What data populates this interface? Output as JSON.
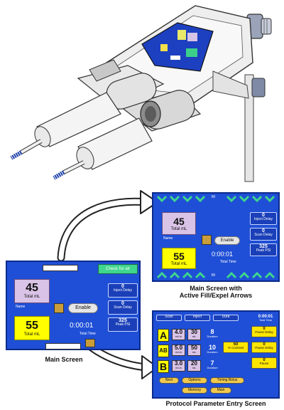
{
  "captions": {
    "main_screen": "Main Screen",
    "active_line1": "Main Screen with",
    "active_line2": "Active Fill/Expel Arrows",
    "protocol": "Protocol Parameter Entry Screen"
  },
  "main_screen": {
    "check_label": "Check for air",
    "volume_value": "45",
    "volume_unit": "Total mL",
    "mode_label": "Name",
    "enable_label": "Enable",
    "total_value": "55",
    "total_unit": "Total mL",
    "time_value": "0:00:01",
    "time_label": "Total Time",
    "inject_delay_value": "0",
    "inject_delay_label": "Inject Delay",
    "scan_delay_value": "0",
    "scan_delay_label": "Scan Delay",
    "psi_value": "325",
    "psi_label": "Peak PSI"
  },
  "active_screen": {
    "top_label": "fill",
    "bottom_label": "fill",
    "volume_value": "45",
    "volume_unit": "Total mL",
    "mode_label": "Name",
    "enable_label": "Enable",
    "total_value": "55",
    "total_unit": "Total mL",
    "time_value": "0:00:01",
    "time_label": "Total Time",
    "inject_delay_value": "0",
    "inject_delay_label": "Inject Delay",
    "scan_delay_value": "0",
    "scan_delay_label": "Scan Delay",
    "psi_value": "325",
    "psi_label": "Peak PSI"
  },
  "protocol_screen": {
    "header_time": "0:00:01",
    "header_label": "Total Time",
    "top_buttons": [
      "Scan",
      "Inject",
      "Dura"
    ],
    "phases": [
      {
        "letter": "A",
        "rate": "4.0",
        "rate_unit": "mL/s",
        "volume": "30",
        "volume_unit": "mL",
        "duration": "8",
        "duration_unit": "Duration"
      },
      {
        "letter": "AB",
        "rate": "5.0",
        "rate_unit": "mL/s",
        "volume": "50",
        "volume_unit": "mL",
        "duration": "10",
        "duration_unit": "Duration"
      },
      {
        "letter": "B",
        "rate": "3.0",
        "rate_unit": "mL/s",
        "volume": "20",
        "volume_unit": "mL",
        "duration": "7",
        "duration_unit": "Duration"
      }
    ],
    "side_buttons": [
      {
        "value": "0",
        "label": "Pause Delay"
      },
      {
        "value": "0",
        "label": "Pause Delay"
      },
      {
        "value": "50",
        "label": "% Contrast"
      },
      {
        "value": "0",
        "label": "Pause"
      }
    ],
    "nav_row1": [
      "Next",
      "Options",
      "Timing Bolus"
    ],
    "nav_row2": [
      "Memory",
      "Main"
    ]
  }
}
